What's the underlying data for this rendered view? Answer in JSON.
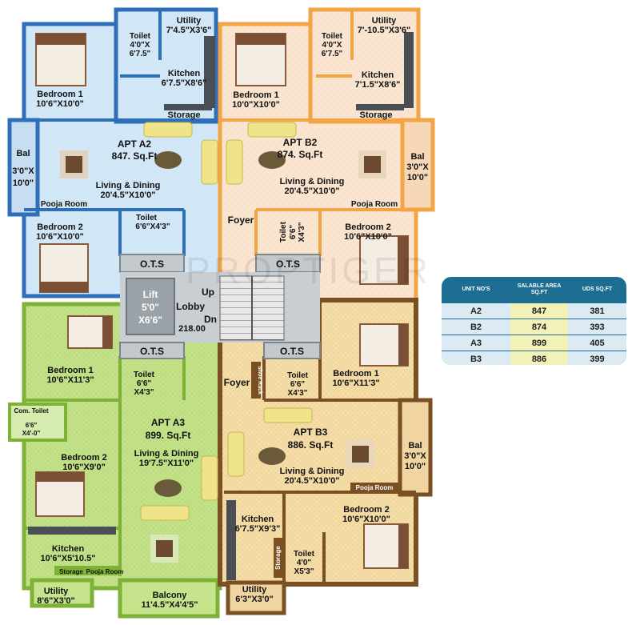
{
  "watermark": "PROPTIGER",
  "colors": {
    "apt_a2": "#cfe6f6",
    "apt_b2": "#f9e2cc",
    "apt_a3": "#c6e48c",
    "apt_b3": "#f5dfae",
    "wall_a2": "#2f6fb8",
    "wall_b2": "#f3a545",
    "wall_a3": "#7eb236",
    "wall_b3": "#7a4f23",
    "core": "#b8bdc2",
    "table_header": "#1e6e93"
  },
  "core": {
    "ots_top_left": "O.T.S",
    "ots_top_right": "O.T.S",
    "ots_bottom_left": "O.T.S",
    "ots_bottom_right": "O.T.S",
    "lift_name": "Lift",
    "lift_size": "5'0\"",
    "lift_size2": "X6'6\"",
    "lobby": "Lobby",
    "lobby_area": "218.00",
    "up": "Up",
    "dn": "Dn"
  },
  "apt_a2": {
    "utility": "Utility",
    "utility_size": "7'4.5\"X3'6\"",
    "toilet": "Toilet",
    "toilet_size1": "4'0\"X",
    "toilet_size2": "6'7.5\"",
    "kitchen": "Kitchen",
    "kitchen_size": "6'7.5\"X8'6\"",
    "storage": "Storage",
    "bedroom1": "Bedroom 1",
    "bedroom1_size": "10'6\"X10'0\"",
    "bal": "Bal",
    "bal_size1": "3'0\"X",
    "bal_size2": "10'0\"",
    "apt_name": "APT A2",
    "apt_area": "847. Sq.Ft",
    "living": "Living & Dining",
    "living_size": "20'4.5\"X10'0\"",
    "pooja": "Pooja Room",
    "bedroom2": "Bedroom 2",
    "bedroom2_size": "10'6\"X10'0\"",
    "toilet2": "Toilet",
    "toilet2_size": "6'6\"X4'3\""
  },
  "apt_b2": {
    "utility": "Utility",
    "utility_size": "7'-10.5\"X3'6\"",
    "toilet": "Toilet",
    "toilet_size1": "4'0\"X",
    "toilet_size2": "6'7.5\"",
    "kitchen": "Kitchen",
    "kitchen_size": "7'1.5\"X8'6\"",
    "storage": "Storage",
    "bedroom1": "Bedroom 1",
    "bedroom1_size": "10'0\"X10'0\"",
    "apt_name": "APT B2",
    "apt_area": "874. Sq.Ft",
    "bal": "Bal",
    "bal_size1": "3'0\"X",
    "bal_size2": "10'0\"",
    "living": "Living & Dining",
    "living_size": "20'4.5\"X10'0\"",
    "foyer": "Foyer",
    "pooja": "Pooja Room",
    "toilet2": "Toilet",
    "toilet2_size1": "6'6\"",
    "toilet2_size2": "X4'3\"",
    "bedroom2": "Bedroom 2",
    "bedroom2_size": "10'6\"X10'0\""
  },
  "apt_a3": {
    "bedroom1": "Bedroom 1",
    "bedroom1_size": "10'6\"X11'3\"",
    "toilet": "Toilet",
    "toilet_size1": "6'6\"",
    "toilet_size2": "X4'3\"",
    "com_toilet": "Com. Toilet",
    "com_toilet_size1": "6'6\"",
    "com_toilet_size2": "X4'-0\"",
    "apt_name": "APT A3",
    "apt_area": "899. Sq.Ft",
    "bedroom2": "Bedroom 2",
    "bedroom2_size": "10'6\"X9'0\"",
    "living": "Living & Dining",
    "living_size": "19'7.5\"X11'0\"",
    "kitchen": "Kitchen",
    "kitchen_size": "10'6\"X5'10.5\"",
    "storage": "Storage",
    "pooja": "Pooja Room",
    "utility": "Utility",
    "utility_size": "8'6\"X3'0\"",
    "balcony": "Balcony",
    "balcony_size": "11'4.5\"X4'4'5\""
  },
  "apt_b3": {
    "foyer": "Foyer",
    "shoe_rack": "Shoe Rack",
    "toilet": "Toilet",
    "toilet_size1": "6'6\"",
    "toilet_size2": "X4'3\"",
    "bedroom1": "Bedroom 1",
    "bedroom1_size": "10'6\"X11'3\"",
    "apt_name": "APT B3",
    "apt_area": "886. Sq.Ft",
    "bal": "Bal",
    "bal_size1": "3'0\"X",
    "bal_size2": "10'0\"",
    "living": "Living & Dining",
    "living_size": "20'4.5\"X10'0\"",
    "pooja": "Pooja Room",
    "kitchen": "Kitchen",
    "kitchen_size": "6'7.5\"X9'3\"",
    "storage": "Storage",
    "toilet2": "Toilet",
    "toilet2_size1": "4'0\"",
    "toilet2_size2": "X5'3\"",
    "bedroom2": "Bedroom 2",
    "bedroom2_size": "10'6\"X10'0\"",
    "utility": "Utility",
    "utility_size": "6'3\"X3'0\""
  },
  "uds_table": {
    "headers": [
      "UNIT NO'S",
      "SALABLE AREA SQ.FT",
      "UDS SQ.FT"
    ],
    "rows": [
      [
        "A2",
        "847",
        "381"
      ],
      [
        "B2",
        "874",
        "393"
      ],
      [
        "A3",
        "899",
        "405"
      ],
      [
        "B3",
        "886",
        "399"
      ]
    ]
  }
}
